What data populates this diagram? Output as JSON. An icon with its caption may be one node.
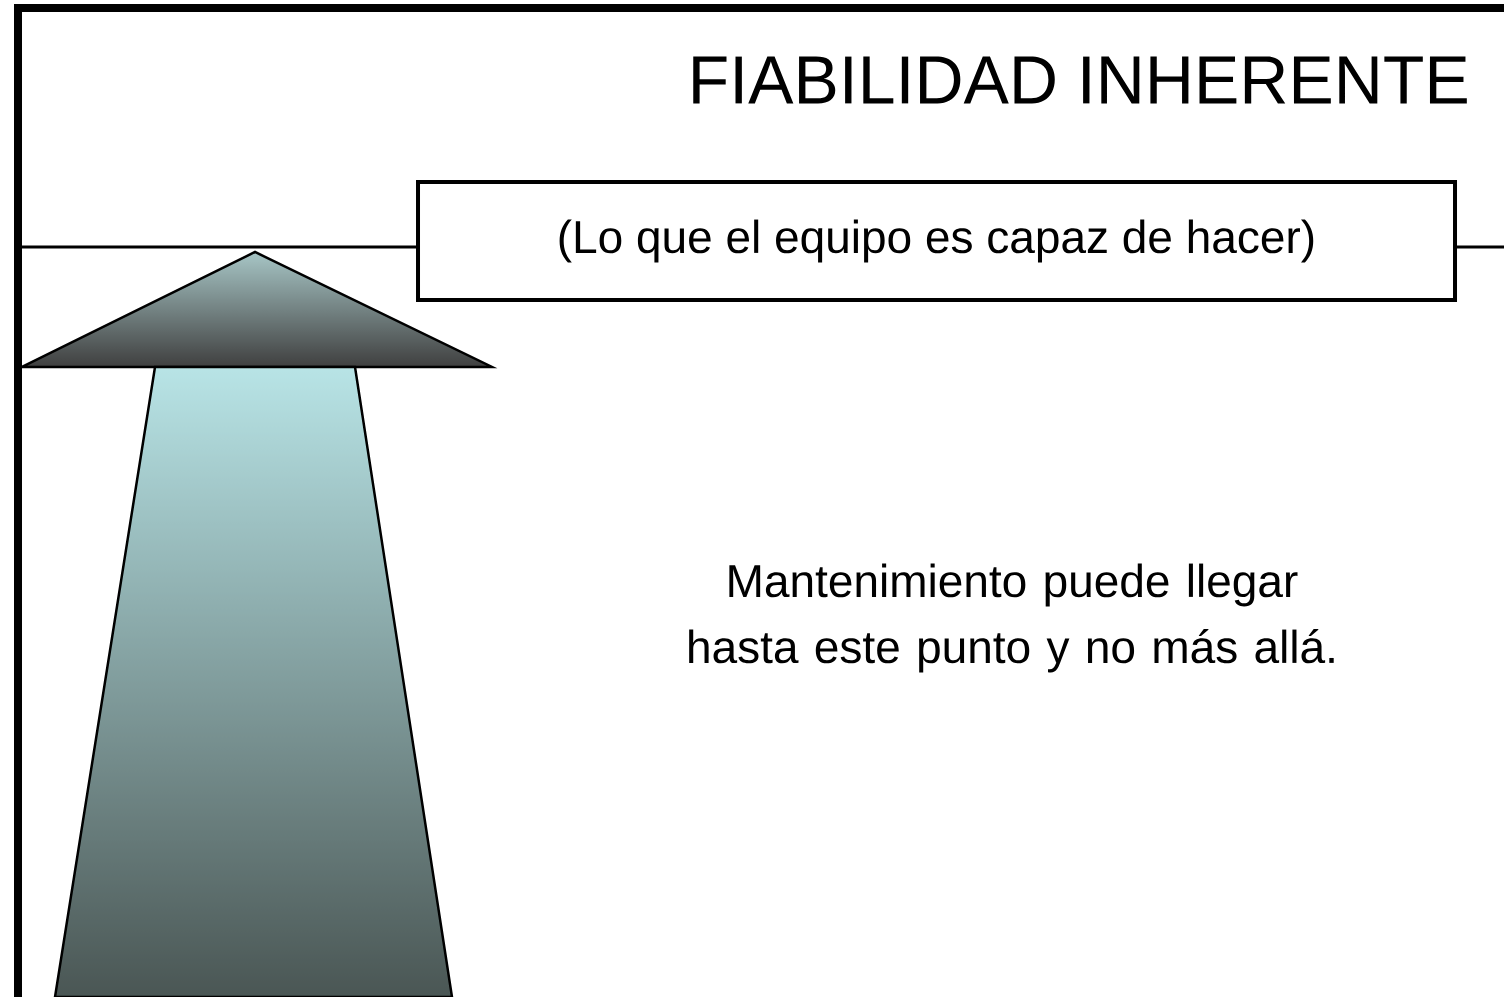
{
  "diagram": {
    "title": "FIABILIDAD INHERENTE",
    "nodes": [
      {
        "text": [
          "(Lo que el equipo es capaz de hacer)"
        ]
      }
    ],
    "labels": [
      "Mantenimiento puede llegar hasta este punto y no más allá."
    ]
  }
}
